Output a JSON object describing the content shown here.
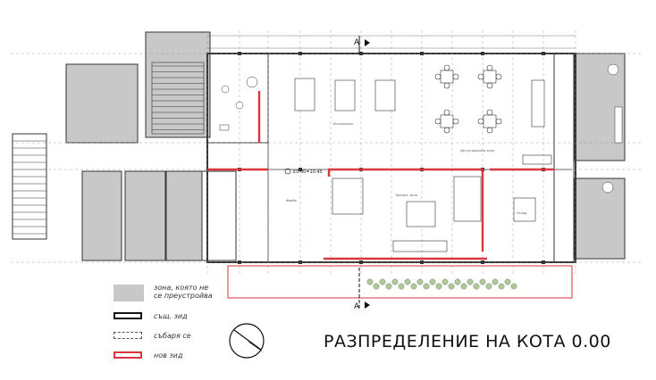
{
  "title": "РАЗПРЕДЕЛЕНИЕ НА КОТА  0.00",
  "section_marker": "A",
  "level_mark": "±0.00=10.45",
  "legend": {
    "items": [
      {
        "key": "zone",
        "label_line1": "зона, която не",
        "label_line2": "се преустройва"
      },
      {
        "key": "existing",
        "label_line1": "същ. зид",
        "label_line2": ""
      },
      {
        "key": "demolish",
        "label_line1": "събаря се",
        "label_line2": ""
      },
      {
        "key": "new",
        "label_line1": "нов зид",
        "label_line2": ""
      }
    ]
  },
  "rooms": {
    "r1": "Експозиция",
    "r2": "Фоайе",
    "r3": "Тренинг зона",
    "r4": "Дегустационна зала",
    "r5": "Склад"
  },
  "colors": {
    "wall": "#333333",
    "zone_fill": "#c8c8c8",
    "new_wall": "#d9363e",
    "grid": "#888888",
    "planting": "#8aa86a"
  }
}
